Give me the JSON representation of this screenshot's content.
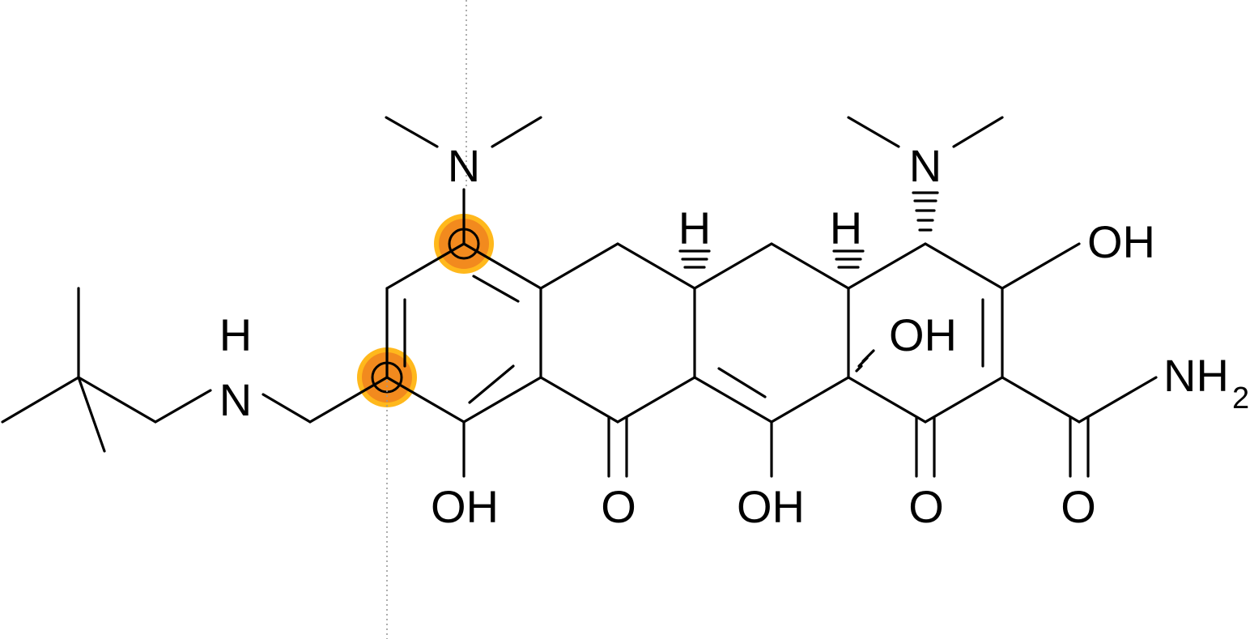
{
  "molecule": {
    "atom_labels": {
      "amine_n_top_left": "N",
      "amine_n_top_right": "N",
      "amine_nh_h": "H",
      "amine_nh_n": "N",
      "ring_h_1": "H",
      "ring_h_2": "H",
      "oh_top_right": "OH",
      "oh_center": "OH",
      "oh_bottom_1": "OH",
      "o_bottom_1": "O",
      "oh_bottom_2": "OH",
      "o_bottom_2": "O",
      "o_amide": "O",
      "nh2_main": "NH",
      "nh2_sub": "2"
    },
    "colors": {
      "bond": "#000000",
      "highlight_outer": "#FFB81C",
      "highlight_inner": "#F28A1E",
      "guide_line": "#999999"
    }
  }
}
